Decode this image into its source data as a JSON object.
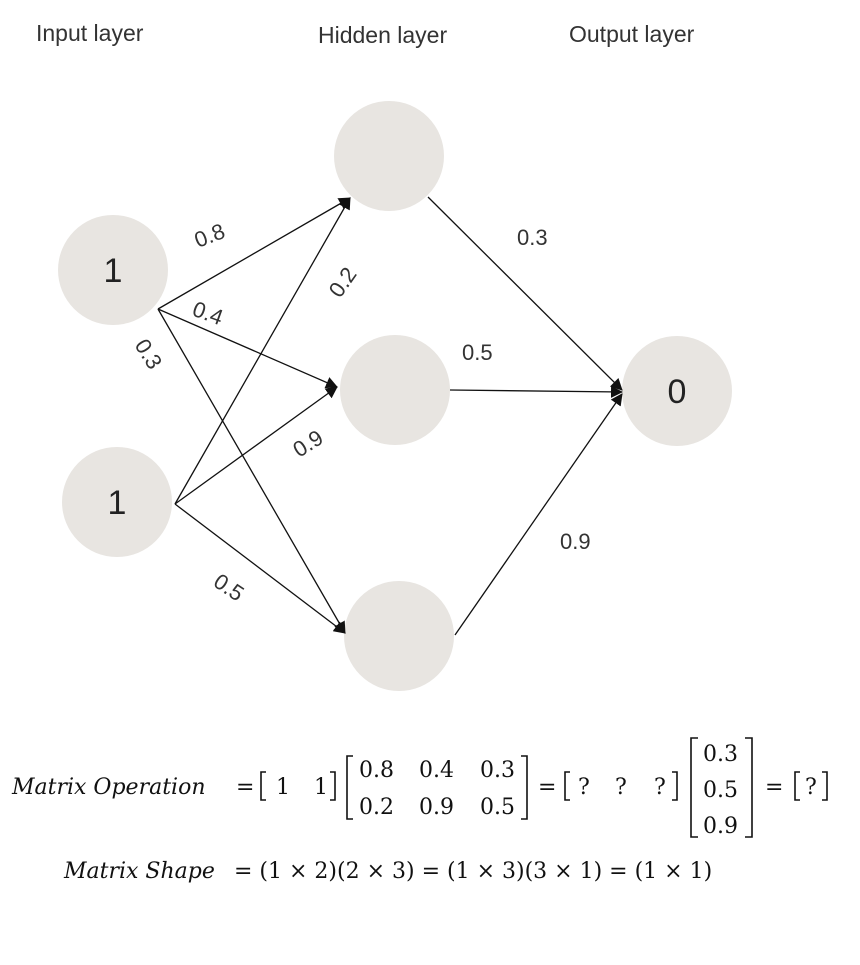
{
  "layers": {
    "input": "Input layer",
    "hidden": "Hidden layer",
    "output": "Output layer"
  },
  "nodes": {
    "input_1": "1",
    "input_2": "1",
    "output_1": "0"
  },
  "weights": {
    "i1_h1": "0.8",
    "i2_h1": "0.2",
    "i1_h2": "0.4",
    "i2_h2": "0.9",
    "i1_h3": "0.3",
    "i2_h3": "0.5",
    "h1_o": "0.3",
    "h2_o": "0.5",
    "h3_o": "0.9"
  },
  "equation": {
    "operation_label": "Matrix Operation",
    "shape_label": "Matrix Shape",
    "equals": "=",
    "row_vector": [
      "1",
      "1"
    ],
    "weight_matrix": [
      [
        "0.8",
        "0.4",
        "0.3"
      ],
      [
        "0.2",
        "0.9",
        "0.5"
      ]
    ],
    "hidden_vector": [
      "?",
      "?",
      "?"
    ],
    "output_weights": [
      "0.3",
      "0.5",
      "0.9"
    ],
    "result": "?",
    "shape_expression": "= (1 × 2)(2 × 3) = (1 × 3)(3 × 1) = (1 × 1)"
  }
}
